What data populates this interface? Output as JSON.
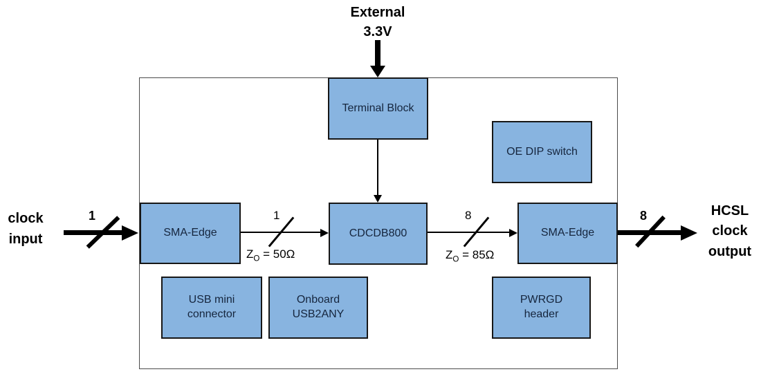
{
  "colors": {
    "box_fill": "#88B4E0",
    "box_border": "#161616",
    "box_text": "#15253D",
    "line": "#000000",
    "board_border": "#4a4a4a",
    "label_text": "#000000"
  },
  "external_supply": {
    "line1": "External",
    "line2": "3.3V"
  },
  "clock_input": {
    "line1": "clock",
    "line2": "input"
  },
  "clock_output": {
    "line1": "HCSL",
    "line2": "clock",
    "line3": "output"
  },
  "boxes": {
    "terminal_block": {
      "label": "Terminal Block"
    },
    "oe_dip_switch": {
      "label": "OE DIP switch"
    },
    "sma_edge_left": {
      "label": "SMA-Edge"
    },
    "cdcdb800": {
      "label": "CDCDB800"
    },
    "sma_edge_right": {
      "label": "SMA-Edge"
    },
    "usb_mini_connector": {
      "line1": "USB mini",
      "line2": "connector"
    },
    "onboard_usb2any": {
      "line1": "Onboard",
      "line2": "USB2ANY"
    },
    "pwrgd_header": {
      "line1": "PWRGD",
      "line2": "header"
    }
  },
  "buses": {
    "input": {
      "count": "1"
    },
    "sma_to_cdc": {
      "count": "1",
      "impedance_prefix": "Z",
      "impedance_sub": "O",
      "impedance_suffix": " = 50Ω"
    },
    "cdc_to_sma": {
      "count": "8",
      "impedance_prefix": "Z",
      "impedance_sub": "O",
      "impedance_suffix": " = 85Ω"
    },
    "output": {
      "count": "8"
    }
  }
}
